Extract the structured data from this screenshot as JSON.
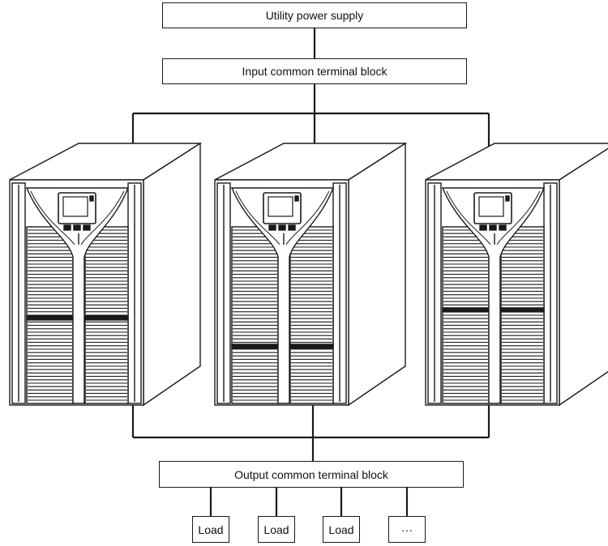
{
  "utility_box": {
    "label": "Utility power supply"
  },
  "input_block": {
    "label": "Input common terminal block"
  },
  "output_block": {
    "label": "Output common terminal block"
  },
  "loads": [
    "Load",
    "Load",
    "Load",
    "···"
  ],
  "ups_units": [
    {
      "name": "ups-unit-1"
    },
    {
      "name": "ups-unit-2"
    },
    {
      "name": "ups-unit-3"
    }
  ],
  "colors": {
    "line": "#1a1a1a",
    "background": "#ffffff"
  }
}
